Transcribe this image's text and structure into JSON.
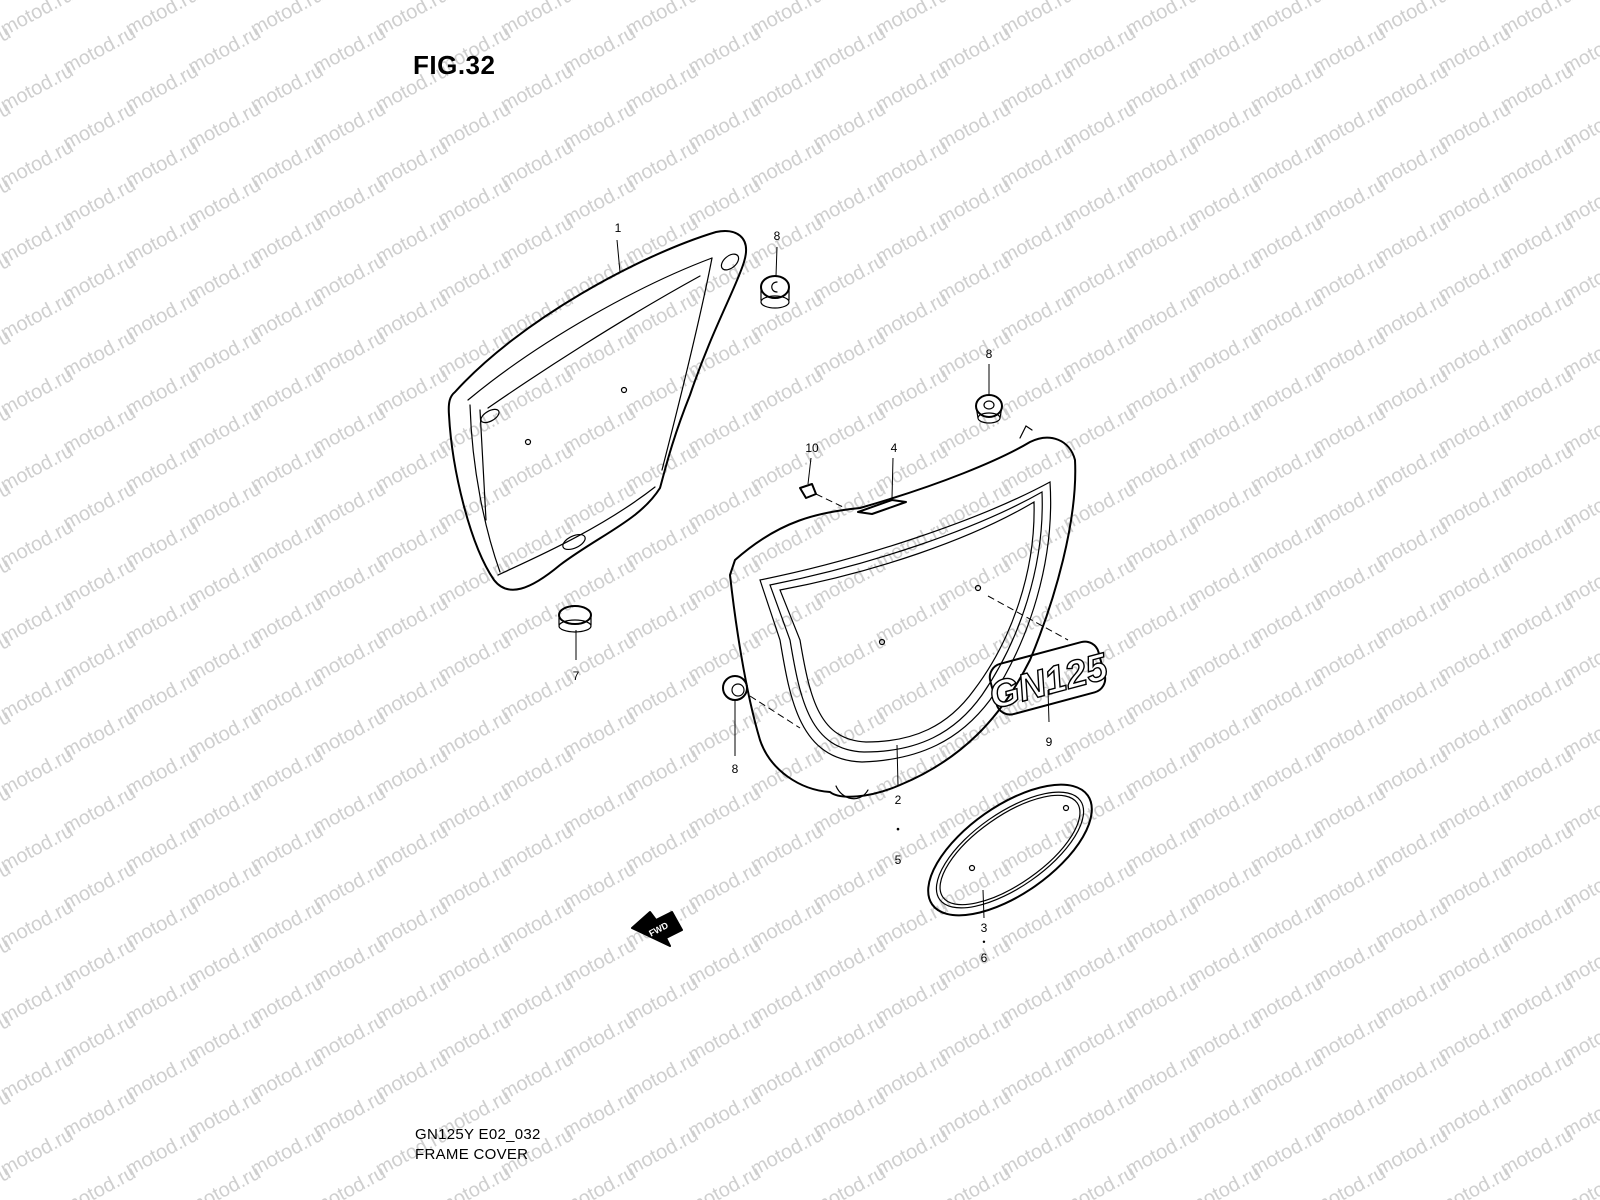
{
  "figure": {
    "title": "FIG.32",
    "model_code": "GN125Y E02_032",
    "section_name": "FRAME COVER"
  },
  "watermark": {
    "text": "motod.ru"
  },
  "emblem": {
    "text": "GN125"
  },
  "direction_marker": {
    "text": "FWD",
    "icon": "arrow-left-icon"
  },
  "callouts": [
    {
      "id": "c1",
      "label": "1"
    },
    {
      "id": "c8a",
      "label": "8"
    },
    {
      "id": "c8b",
      "label": "8"
    },
    {
      "id": "c10",
      "label": "10"
    },
    {
      "id": "c4",
      "label": "4"
    },
    {
      "id": "c7",
      "label": "7"
    },
    {
      "id": "c8c",
      "label": "8"
    },
    {
      "id": "c9",
      "label": "9"
    },
    {
      "id": "c2",
      "label": "2"
    },
    {
      "id": "c5",
      "label": "5"
    },
    {
      "id": "c3",
      "label": "3"
    },
    {
      "id": "c6",
      "label": "6"
    }
  ],
  "colors": {
    "line": "#000000",
    "background": "#ffffff",
    "watermark": "#cfcfcf"
  }
}
